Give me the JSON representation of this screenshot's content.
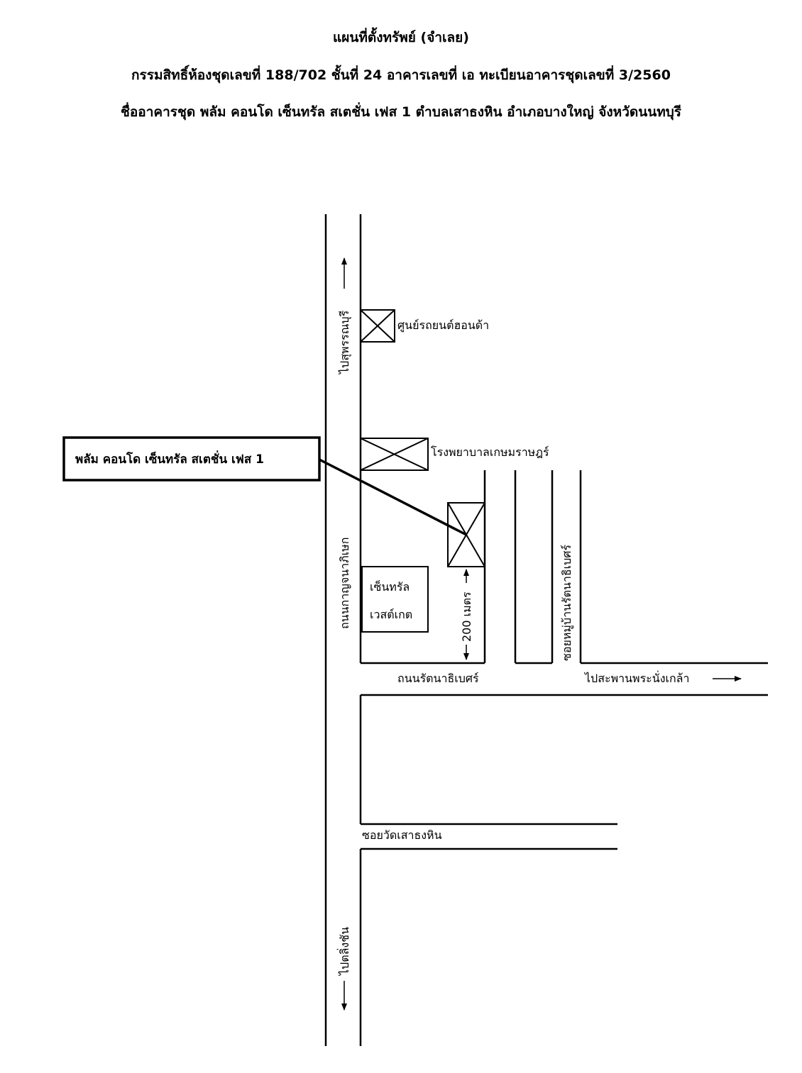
{
  "header": {
    "title": "แผนที่ตั้งทรัพย์ (จำเลย)",
    "line2": "กรรมสิทธิ์ห้องชุดเลขที่ 188/702  ชั้นที่ 24  อาคารเลขที่ เอ  ทะเบียนอาคารชุดเลขที่ 3/2560",
    "line3": "ชื่ออาคารชุด พลัม คอนโด เซ็นทรัล สเตชั่น เฟส 1  ตำบลเสาธงหิน อำเภอบางใหญ่ จังหวัดนนทบุรี"
  },
  "map": {
    "property_callout": "พลัม คอนโด เซ็นทรัล สเตชั่น เฟส 1",
    "landmarks": {
      "honda_center": "ศูนย์รถยนต์ฮอนด้า",
      "kasemrad_hospital": "โรงพยาบาลเกษมราษฎร์",
      "central_westgate_line1": "เซ็นทรัล",
      "central_westgate_line2": "เวสต์เกต"
    },
    "roads": {
      "to_suphanburi": "ไปสุพรรณบุรี",
      "kanchanaphisek": "ถนนกาญจนาภิเษก",
      "to_taling_chan": "ไปตลิ่งชัน",
      "rattanathibet": "ถนนรัตนาธิเบศร์",
      "to_phra_nang_klao_bridge": "ไปสะพานพระนั่งเกล้า",
      "soi_moo_ban": "ซอยหมู่บ้านรัตนาธิเบศร์",
      "soi_wat": "ซอยวัดเสาธงหิน"
    },
    "distance_label": "200 เมตร"
  }
}
